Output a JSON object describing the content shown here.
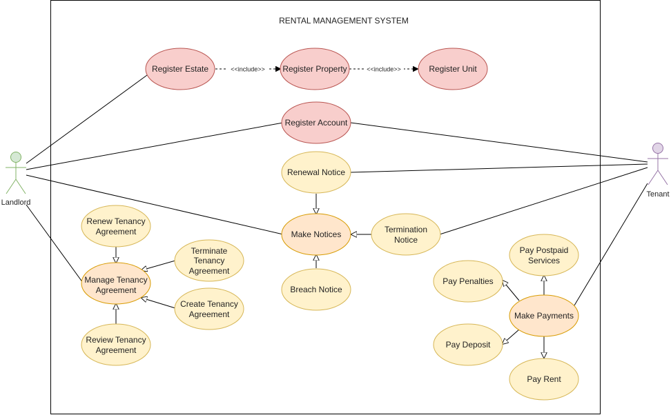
{
  "system": {
    "title": "RENTAL MANAGEMENT SYSTEM"
  },
  "colors": {
    "register_fill": "#f8cecc",
    "register_stroke": "#b85450",
    "usecase_fill": "#fff2cc",
    "usecase_stroke": "#d6b656",
    "hub_fill": "#ffe6cc",
    "hub_stroke": "#d79b00",
    "landlord_fill": "#d5e8d4",
    "landlord_stroke": "#82b366",
    "tenant_fill": "#e1d5e7",
    "tenant_stroke": "#9673a6"
  },
  "actors": {
    "landlord": "Landlord",
    "tenant": "Tenant"
  },
  "usecases": {
    "register_estate": "Register Estate",
    "register_property": "Register Property",
    "register_unit": "Register Unit",
    "register_account": "Register Account",
    "renewal_notice": "Renewal Notice",
    "make_notices": "Make Notices",
    "termination_notice": [
      "Termination",
      "Notice"
    ],
    "breach_notice": "Breach Notice",
    "renew_tenancy": [
      "Renew Tenancy",
      "Agreement"
    ],
    "terminate_tenancy": [
      "Terminate",
      "Tenancy",
      "Agreement"
    ],
    "manage_tenancy": [
      "Manage Tenancy",
      "Agreement"
    ],
    "create_tenancy": [
      "Create Tenancy",
      "Agreement"
    ],
    "review_tenancy": [
      "Review Tenancy",
      "Agreement"
    ],
    "pay_postpaid": [
      "Pay Postpaid",
      "Services"
    ],
    "pay_penalties": "Pay Penalties",
    "make_payments": "Make Payments",
    "pay_deposit": "Pay Deposit",
    "pay_rent": "Pay Rent"
  },
  "relations": {
    "include_1": "<<include>>",
    "include_2": "<<include>>"
  }
}
